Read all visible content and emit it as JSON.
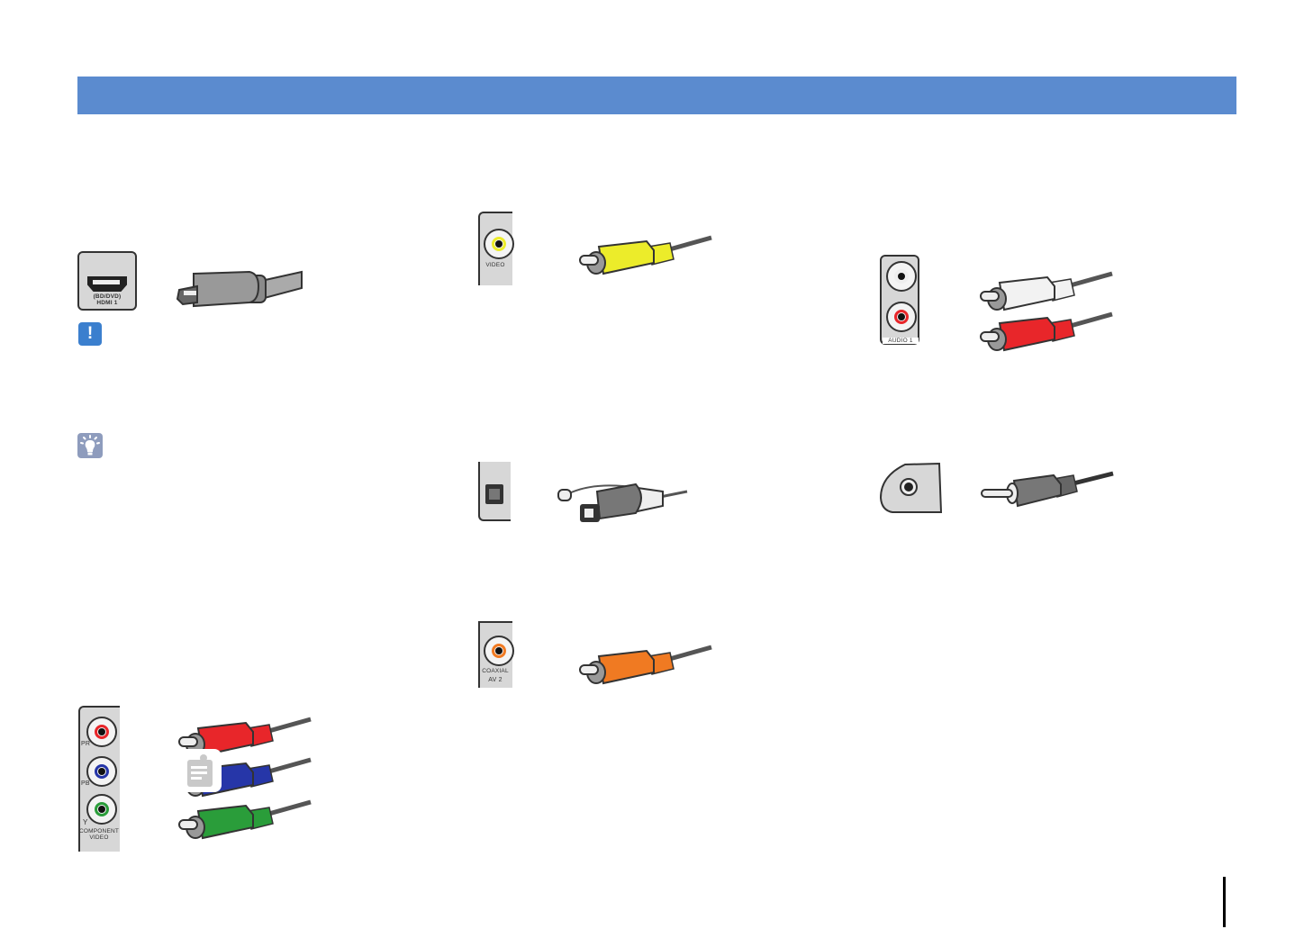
{
  "header": {
    "title": "",
    "bar_color": "#5b8bcf"
  },
  "connectors": {
    "hdmi": {
      "port_label_line1": "(BD/DVD)",
      "port_label_line2": "HDMI 1"
    },
    "composite_video": {
      "port_label": "VIDEO",
      "plug_color": "#ecec2a"
    },
    "optical": {
      "port_label": ""
    },
    "coaxial": {
      "port_label": "COAXIAL",
      "group_label": "AV 2",
      "plug_color": "#f07a22"
    },
    "component_video": {
      "labels": [
        "PR",
        "PB",
        "Y"
      ],
      "group_label_line1": "COMPONENT",
      "group_label_line2": "VIDEO",
      "plug_colors": [
        "#e8262a",
        "#2636a8",
        "#2a9d3a"
      ]
    },
    "analog_audio": {
      "group_label": "AUDIO 1",
      "plug_colors": [
        "#f2f2f2",
        "#e8262a"
      ]
    },
    "stereo_mini": {
      "port_label": ""
    }
  },
  "icons": {
    "caution": "!",
    "caution_color": "#3b7fce",
    "tip_color": "#8e9cbd",
    "note_color": "#c9c9c9"
  }
}
